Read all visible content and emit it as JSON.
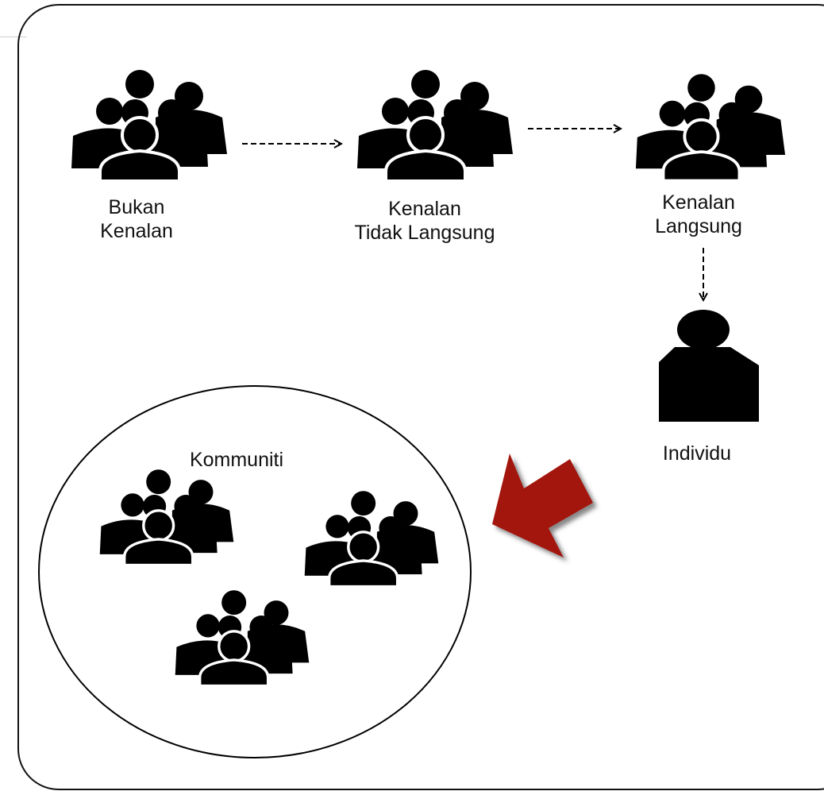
{
  "nodes": {
    "bukan_kenalan": {
      "line1": "Bukan",
      "line2": "Kenalan",
      "icon": "people-group-icon"
    },
    "kenalan_tidak_langsung": {
      "line1": "Kenalan",
      "line2": "Tidak Langsung",
      "icon": "people-group-icon"
    },
    "kenalan_langsung": {
      "line1": "Kenalan",
      "line2": "Langsung",
      "icon": "people-group-icon"
    },
    "individu": {
      "label": "Individu",
      "icon": "person-icon"
    }
  },
  "kommuniti": {
    "label": "Kommuniti",
    "icon": "people-group-icon"
  },
  "colors": {
    "ink": "#000000",
    "arrow": "#a3180f",
    "arrow_shadow": "#6b6b6b"
  }
}
